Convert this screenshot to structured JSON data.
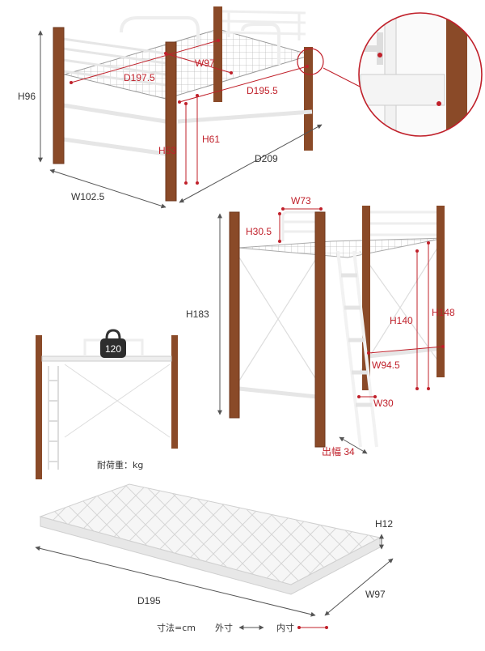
{
  "diagram_top": {
    "height_total": "H96",
    "width_total": "W102.5",
    "depth_total": "D209",
    "inner_depth_rail": "D197.5",
    "inner_width": "W97",
    "inner_depth_bed": "D195.5",
    "clearance_h53": "H53",
    "clearance_h61": "H61"
  },
  "diagram_loft": {
    "height_total": "H183",
    "guard_width": "W73",
    "guard_height": "H30.5",
    "underbed_height": "H140",
    "deck_height": "H148",
    "inner_width": "W94.5",
    "ladder_width": "W30",
    "ladder_projection": "出幅 34"
  },
  "load_badge": {
    "value": "120",
    "caption": "耐荷重：kg"
  },
  "mattress": {
    "depth": "D195",
    "width": "W97",
    "height": "H12"
  },
  "legend": {
    "unit_label": "寸法=cm",
    "outer_label": "外寸",
    "inner_label": "内寸"
  },
  "colors": {
    "wood": "#8a4a28",
    "wood_dark": "#6d371c",
    "frame": "#f1f1f1",
    "dim_line": "#555555",
    "inner_dim": "#c0202a"
  }
}
